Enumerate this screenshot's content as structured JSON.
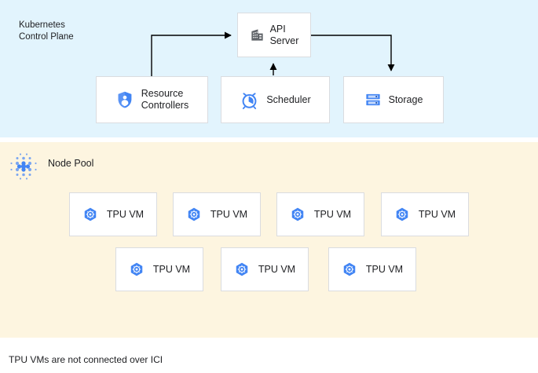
{
  "diagram": {
    "sections": [
      {
        "id": "control-plane",
        "label": "Kubernetes\nControl Plane",
        "background_color": "#e2f4fd"
      },
      {
        "id": "node-pool",
        "label": "Node Pool",
        "background_color": "#fdf5e0",
        "icon": "node-pool-dot-grid-icon"
      }
    ],
    "control_plane_nodes": [
      {
        "id": "api-server",
        "label": "API\nServer",
        "icon": "building-icon"
      },
      {
        "id": "resource-controllers",
        "label": "Resource\nControllers",
        "icon": "shield-person-icon"
      },
      {
        "id": "scheduler",
        "label": "Scheduler",
        "icon": "alarm-clock-icon"
      },
      {
        "id": "storage",
        "label": "Storage",
        "icon": "server-rack-icon"
      }
    ],
    "node_pool_vms": {
      "icon": "tpu-hexagon-gear-icon",
      "row_1": [
        {
          "label": "TPU VM"
        },
        {
          "label": "TPU VM"
        },
        {
          "label": "TPU VM"
        },
        {
          "label": "TPU VM"
        }
      ],
      "row_2": [
        {
          "label": "TPU VM"
        },
        {
          "label": "TPU VM"
        },
        {
          "label": "TPU VM"
        }
      ]
    },
    "connectors": [
      {
        "from": "resource-controllers",
        "to": "api-server",
        "direction": "to-api-server"
      },
      {
        "from": "scheduler",
        "to": "api-server",
        "direction": "to-api-server"
      },
      {
        "from": "api-server",
        "to": "storage",
        "direction": "to-storage"
      }
    ],
    "footnote": "TPU VMs are not connected over ICI",
    "colors": {
      "accent_blue": "#4285f4",
      "icon_gray": "#5f6368",
      "text": "#202124",
      "box_border": "#dadce0",
      "connector": "#000000"
    }
  }
}
